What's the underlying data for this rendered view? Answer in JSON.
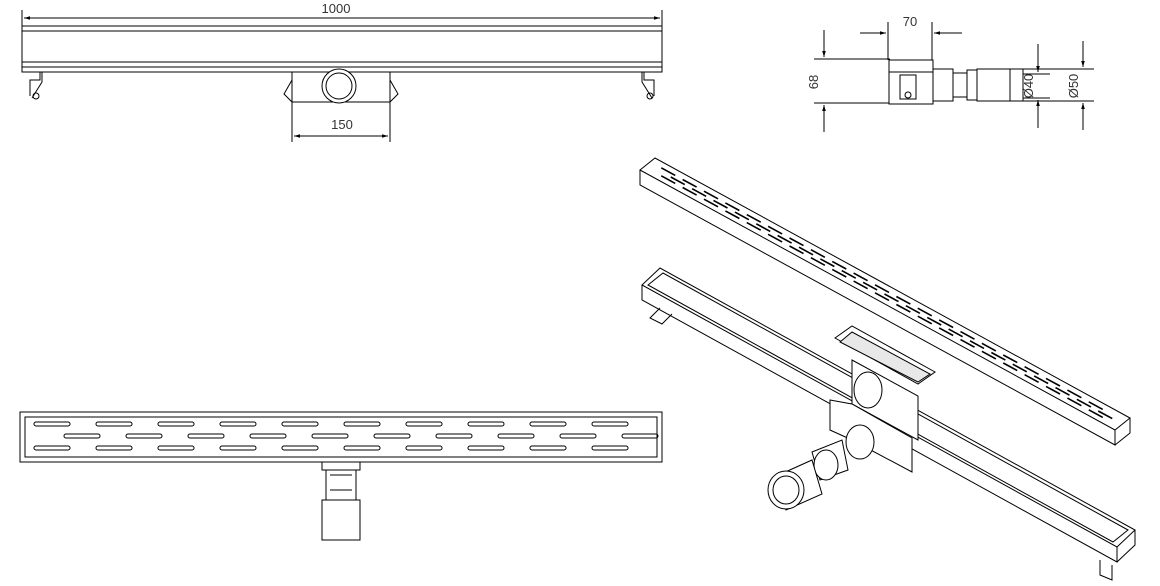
{
  "title": "Linear shower drain technical drawing",
  "dimensions": {
    "total_length": "1000",
    "box_width": "150",
    "box_depth": "70",
    "height": "68",
    "outlet_inner_diameter": "Ø40",
    "outlet_outer_diameter": "Ø50"
  },
  "colors": {
    "line": "#000000",
    "text": "#333333",
    "background": "#ffffff"
  }
}
